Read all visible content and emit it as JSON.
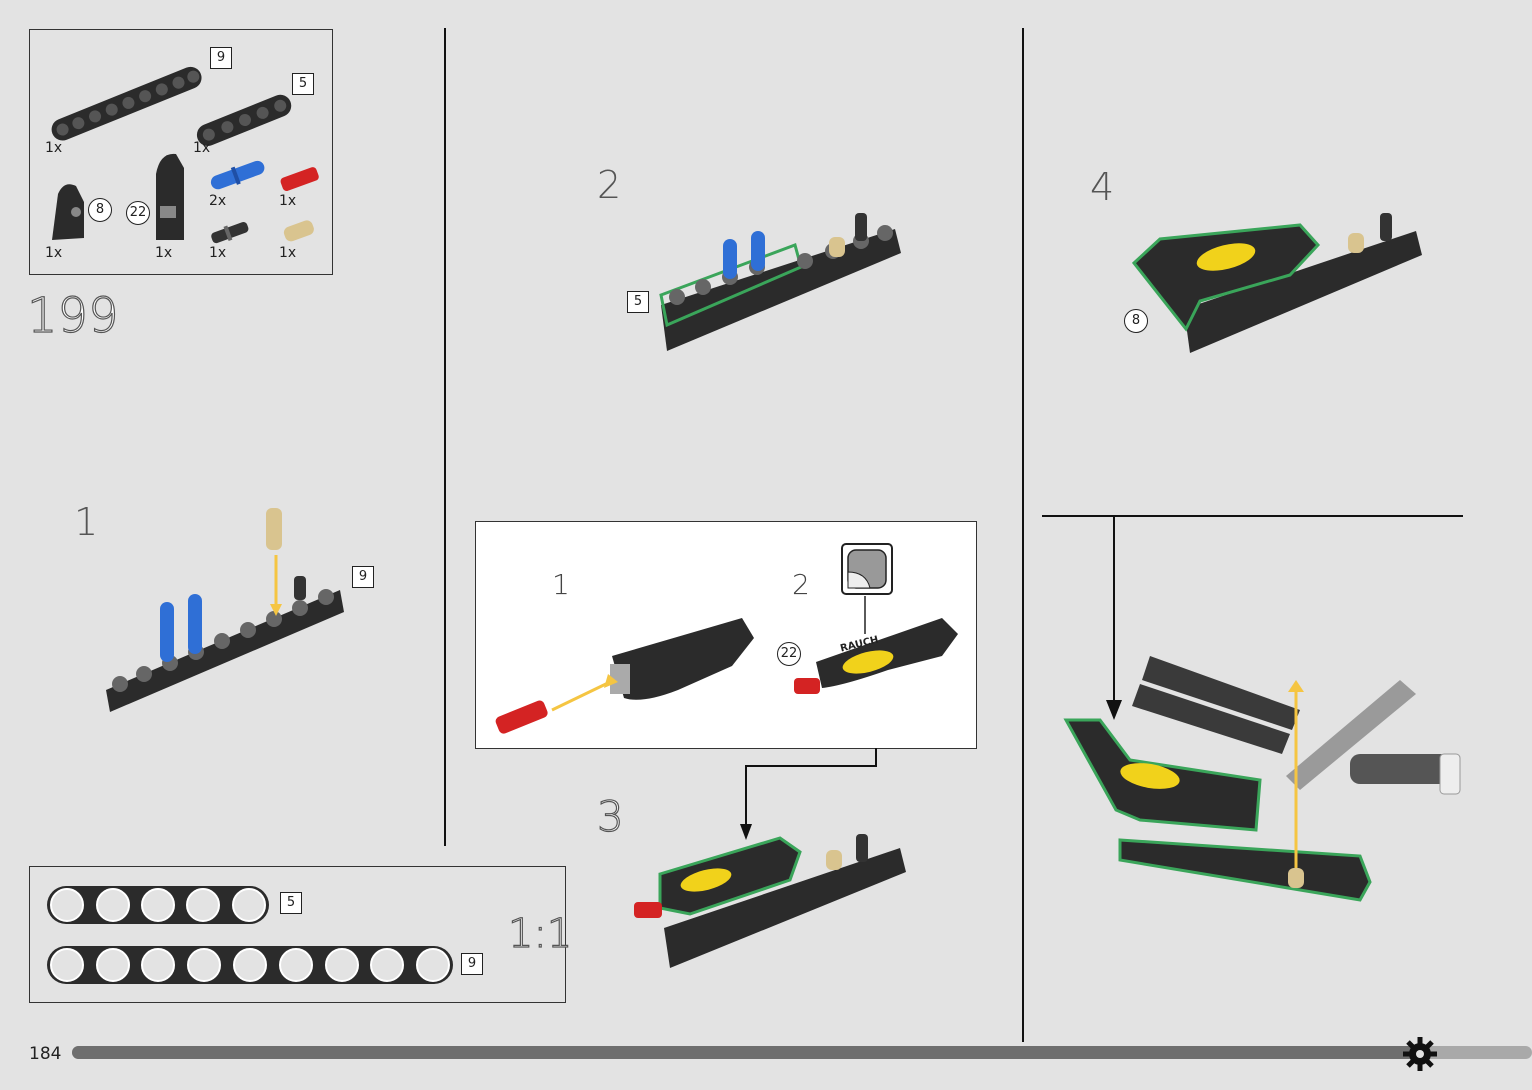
{
  "page": {
    "number": "184",
    "progress_percent": 92
  },
  "step_main": "199",
  "parts_list": {
    "items": [
      {
        "name": "beam-9",
        "qty": "1x",
        "tag": "9"
      },
      {
        "name": "beam-5",
        "qty": "1x",
        "tag": "5"
      },
      {
        "name": "panel-8",
        "qty": "1x",
        "tag": "8"
      },
      {
        "name": "panel-22",
        "qty": "1x",
        "tag": "22"
      },
      {
        "name": "blue-pin",
        "qty": "2x"
      },
      {
        "name": "red-axle",
        "qty": "1x"
      },
      {
        "name": "black-axle-pin",
        "qty": "1x"
      },
      {
        "name": "tan-pin",
        "qty": "1x"
      }
    ]
  },
  "steps": {
    "s1": {
      "num": "1",
      "tag": "9"
    },
    "s2": {
      "num": "2",
      "tag": "5"
    },
    "s3": {
      "num": "3"
    },
    "s4": {
      "num": "4",
      "tag": "8"
    }
  },
  "callout": {
    "sub1": "1",
    "sub2": "2",
    "tag": "22",
    "sticker_brand": "RAUCH"
  },
  "ruler": {
    "scale": "1:1",
    "beam5_tag": "5",
    "beam9_tag": "9"
  },
  "colors": {
    "background": "#e3e3e3",
    "beam": "#2b2b2b",
    "highlight": "#3aa55a",
    "blue_pin": "#2f6fd6",
    "red_axle": "#d42323",
    "tan_pin": "#d9c48f",
    "arrow": "#f5c542"
  }
}
